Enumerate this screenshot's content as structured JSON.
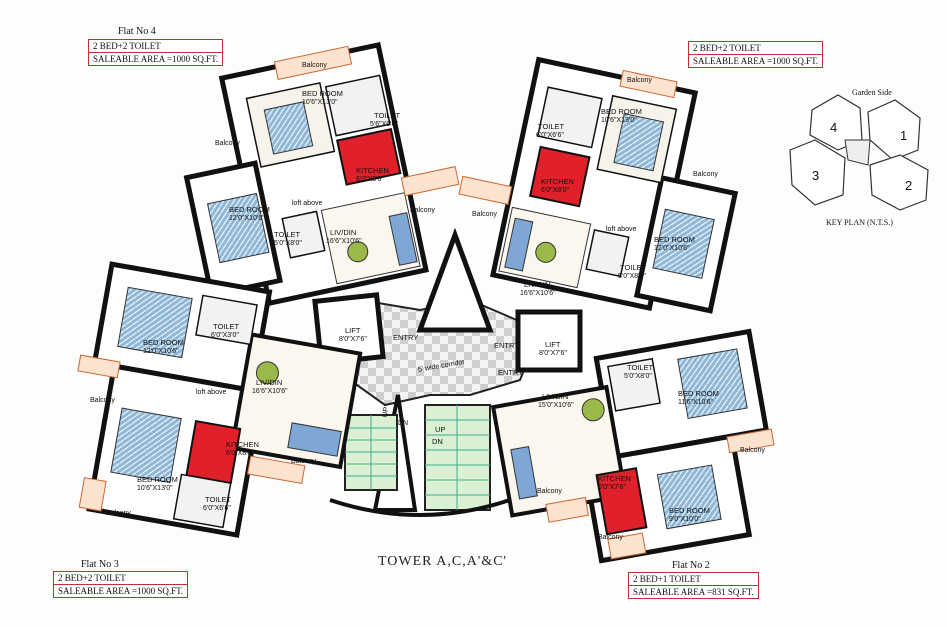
{
  "flats": {
    "f4": {
      "number": "Flat No 4",
      "config": "2 BED+2 TOILET",
      "area": "SALEABLE AREA =1000 SQ.FT."
    },
    "f1": {
      "config": "2 BED+2 TOILET",
      "area": "SALEABLE AREA =1000 SQ.FT."
    },
    "f3": {
      "number": "Flat No 3",
      "config": "2 BED+2 TOILET",
      "area": "SALEABLE AREA =1000 SQ.FT."
    },
    "f2": {
      "number": "Flat No 2",
      "config": "2 BED+1 TOILET",
      "area": "SALEABLE AREA =831 SQ.FT."
    }
  },
  "title": "TOWER A,C,A'&C'",
  "key_plan": {
    "heading": "Garden Side",
    "caption": "KEY PLAN (N.T.S.)",
    "numbers": [
      "4",
      "1",
      "3",
      "2"
    ]
  },
  "rooms": {
    "balcony": "Balcony",
    "bedroom": "BED ROOM",
    "toilet": "TOILET",
    "kitchen": "KITCHEN",
    "livdin": "LIV/DIN",
    "lift": "LIFT",
    "loft": "loft above",
    "entry": "ENTRY",
    "corridor": "5' wide corridor",
    "up": "UP",
    "dn": "DN",
    "d_bed_a": "10'6\"X13'0\"",
    "d_bed_b": "12'0\"X10'6\"",
    "d_bed_c": "11'6\"X10'6\"",
    "d_bed_d": "9'0\"X10'0\"",
    "d_toilet_a": "5'6\"X6'6\"",
    "d_toilet_b": "5'0\"X8'0\"",
    "d_toilet_c": "6'0\"X6'6\"",
    "d_toilet_d": "6'0\"X3'0\"",
    "d_toilet_e": "5'0\"X8'0\"",
    "d_kitchen_a": "6'0\"X8'0\"",
    "d_kitchen_b": "6'0\"X7'6\"",
    "d_liv_a": "16'6\"X10'6\"",
    "d_liv_b": "15'0\"X10'6\"",
    "d_lift": "8'0\"X7'6\""
  }
}
